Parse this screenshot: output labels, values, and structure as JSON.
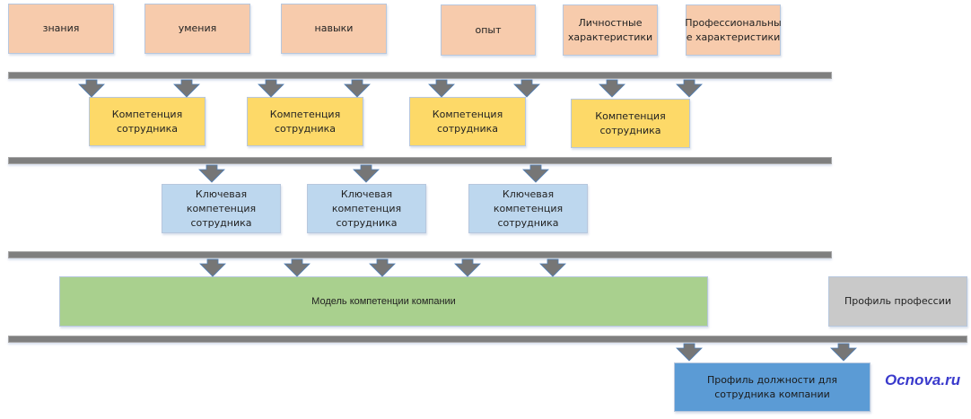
{
  "sources": [
    {
      "label": "знания"
    },
    {
      "label": "умения"
    },
    {
      "label": "навыки"
    },
    {
      "label": "опыт"
    },
    {
      "label": "Личностные характеристики"
    },
    {
      "label": "Профессиональные характеристики",
      "display": "Профессиональны е характеристики"
    }
  ],
  "competencies": [
    {
      "label": "Компетенция сотрудника"
    },
    {
      "label": "Компетенция сотрудника"
    },
    {
      "label": "Компетенция сотрудника"
    },
    {
      "label": "Компетенция сотрудника"
    }
  ],
  "key_competencies": [
    {
      "label": "Ключевая компетенция сотрудника"
    },
    {
      "label": "Ключевая компетенция сотрудника"
    },
    {
      "label": "Ключевая компетенция сотрудника"
    }
  ],
  "model": {
    "label": "Модель компетенции компании"
  },
  "profession_profile": {
    "label": "Профиль профессии"
  },
  "position_profile": {
    "label": "Профиль должности для сотрудника компании"
  },
  "brand": {
    "label": "Ocnova.ru"
  },
  "colors": {
    "source": "#f7cbac",
    "competency": "#fdd968",
    "key_competency": "#bdd7ee",
    "model": "#a9d08e",
    "profession_profile": "#c9c9c9",
    "position_profile": "#5b9bd5",
    "connector": "#7f7f7f",
    "brand": "#3a3acc"
  }
}
